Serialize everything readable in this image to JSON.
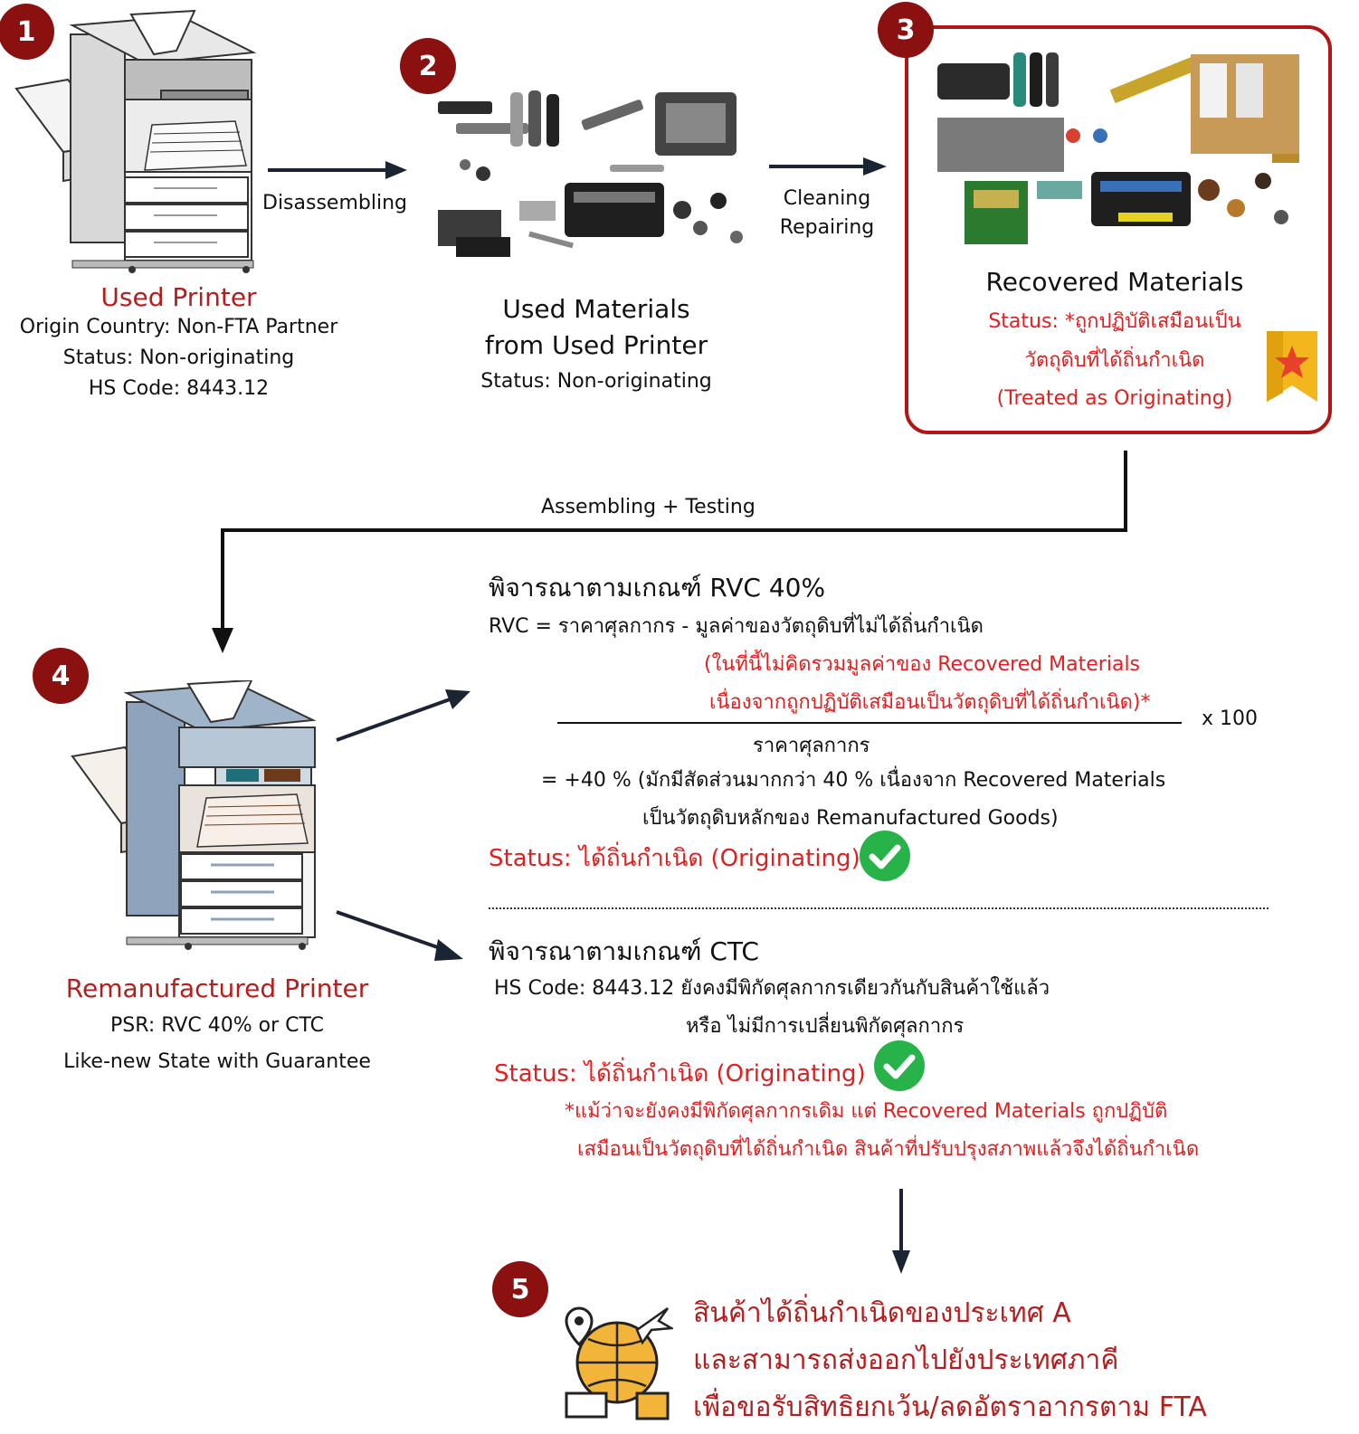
{
  "steps": {
    "s1": {
      "badge": "1",
      "title": "Used Printer",
      "line1": "Origin Country: Non-FTA Partner",
      "line2": "Status: Non-originating",
      "line3": "HS Code: 8443.12"
    },
    "s2": {
      "badge": "2",
      "title_line1": "Used Materials",
      "title_line2": "from Used Printer",
      "status": "Status: Non-originating"
    },
    "s3": {
      "badge": "3",
      "title": "Recovered Materials",
      "status_line1": "Status: *ถูกปฏิบัติเสมือนเป็น",
      "status_line2": "วัตถุดิบที่ได้ถิ่นกำเนิด",
      "status_line3": "(Treated as Originating)"
    },
    "s4": {
      "badge": "4",
      "title": "Remanufactured Printer",
      "line1": "PSR: RVC 40% or CTC",
      "line2": "Like-new State with Guarantee"
    },
    "s5": {
      "badge": "5",
      "line1": "สินค้าได้ถิ่นกำเนิดของประเทศ A",
      "line2": "และสามารถส่งออกไปยังประเทศภาคี",
      "line3": "เพื่อขอรับสิทธิยกเว้น/ลดอัตราอากรตาม FTA"
    }
  },
  "arrows": {
    "disassembling": "Disassembling",
    "cleaning": "Cleaning",
    "repairing": "Repairing",
    "assembling": "Assembling + Testing"
  },
  "rvc": {
    "heading": "พิจารณาตามเกณฑ์ RVC 40%",
    "formula": "RVC = ราคาศุลกากร - มูลค่าของวัตถุดิบที่ไม่ได้ถิ่นกำเนิด",
    "note_line1": "(ในที่นี้ไม่คิดรวมมูลค่าของ Recovered Materials",
    "note_line2": "เนื่องจากถูกปฏิบัติเสมือนเป็นวัตถุดิบที่ได้ถิ่นกำเนิด)*",
    "multiplier": "x 100",
    "denominator": "ราคาศุลกากร",
    "result_line1": "= +40 % (มักมีสัดส่วนมากกว่า 40 % เนื่องจาก Recovered Materials",
    "result_line2": "เป็นวัตถุดิบหลักของ Remanufactured Goods)",
    "status": "Status: ได้ถิ่นกำเนิด (Originating)"
  },
  "ctc": {
    "heading": "พิจารณาตามเกณฑ์ CTC",
    "line1": "HS Code: 8443.12 ยังคงมีพิกัดศุลกากรเดียวกันกับสินค้าใช้แล้ว",
    "line2": "หรือ ไม่มีการเปลี่ยนพิกัดศุลกากร",
    "status": "Status: ได้ถิ่นกำเนิด (Originating)",
    "note_line1": "*แม้ว่าจะยังคงมีพิกัดศุลกากรเดิม แต่ Recovered Materials ถูกปฏิบัติ",
    "note_line2": "เสมือนเป็นวัตถุดิบที่ได้ถิ่นกำเนิด สินค้าที่ปรับปรุงสภาพแล้วจึงได้ถิ่นกำเนิด"
  },
  "colors": {
    "badge": "#8b1111",
    "accent_red": "#e21f1f",
    "title_red": "#b61e1e",
    "box_border": "#b31515",
    "check_green": "#27b24a",
    "arrow": "#1b2433"
  }
}
